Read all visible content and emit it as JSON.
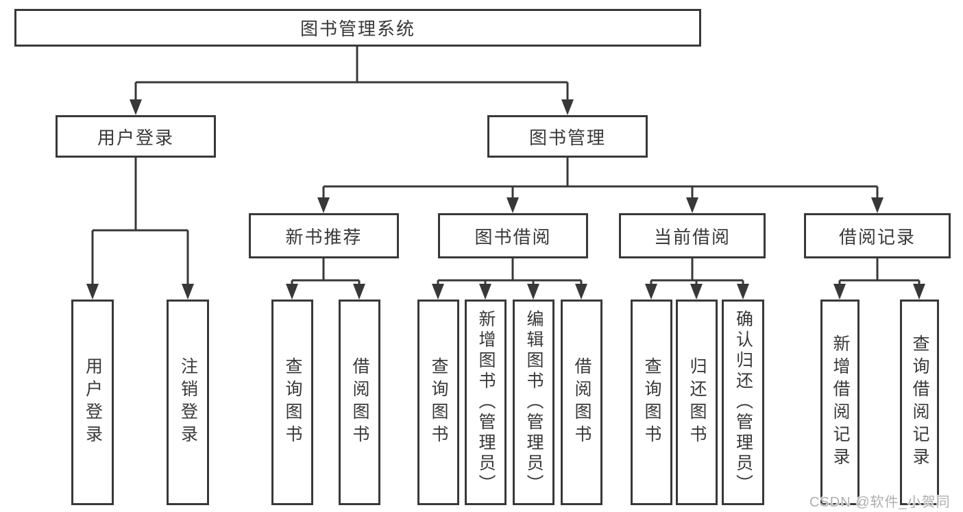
{
  "colors": {
    "line": "#383838",
    "text": "#383838",
    "box_background": "#ffffff",
    "page_background": "#ffffff",
    "watermark": "#aeaeae"
  },
  "tree": {
    "root": {
      "label": "图书管理系统"
    },
    "level2": [
      {
        "label": "用户登录",
        "parent": "图书管理系统"
      },
      {
        "label": "图书管理",
        "parent": "图书管理系统"
      }
    ],
    "level3": [
      {
        "label": "新书推荐",
        "parent": "图书管理"
      },
      {
        "label": "图书借阅",
        "parent": "图书管理"
      },
      {
        "label": "当前借阅",
        "parent": "图书管理"
      },
      {
        "label": "借阅记录",
        "parent": "图书管理"
      }
    ],
    "leaves": [
      {
        "label": "用户登录",
        "parent": "用户登录"
      },
      {
        "label": "注销登录",
        "parent": "用户登录"
      },
      {
        "label": "查询图书",
        "parent": "新书推荐"
      },
      {
        "label": "借阅图书",
        "parent": "新书推荐"
      },
      {
        "label": "查询图书",
        "parent": "图书借阅"
      },
      {
        "label": "新增图书（管理员）",
        "parent": "图书借阅"
      },
      {
        "label": "编辑图书（管理员）",
        "parent": "图书借阅"
      },
      {
        "label": "借阅图书",
        "parent": "图书借阅"
      },
      {
        "label": "查询图书",
        "parent": "当前借阅"
      },
      {
        "label": "归还图书",
        "parent": "当前借阅"
      },
      {
        "label": "确认归还（管理员）",
        "parent": "当前借阅"
      },
      {
        "label": "新增借阅记录",
        "parent": "借阅记录"
      },
      {
        "label": "查询借阅记录",
        "parent": "借阅记录"
      }
    ]
  },
  "watermark": {
    "text": "CSDN @软件_小贺同学"
  }
}
